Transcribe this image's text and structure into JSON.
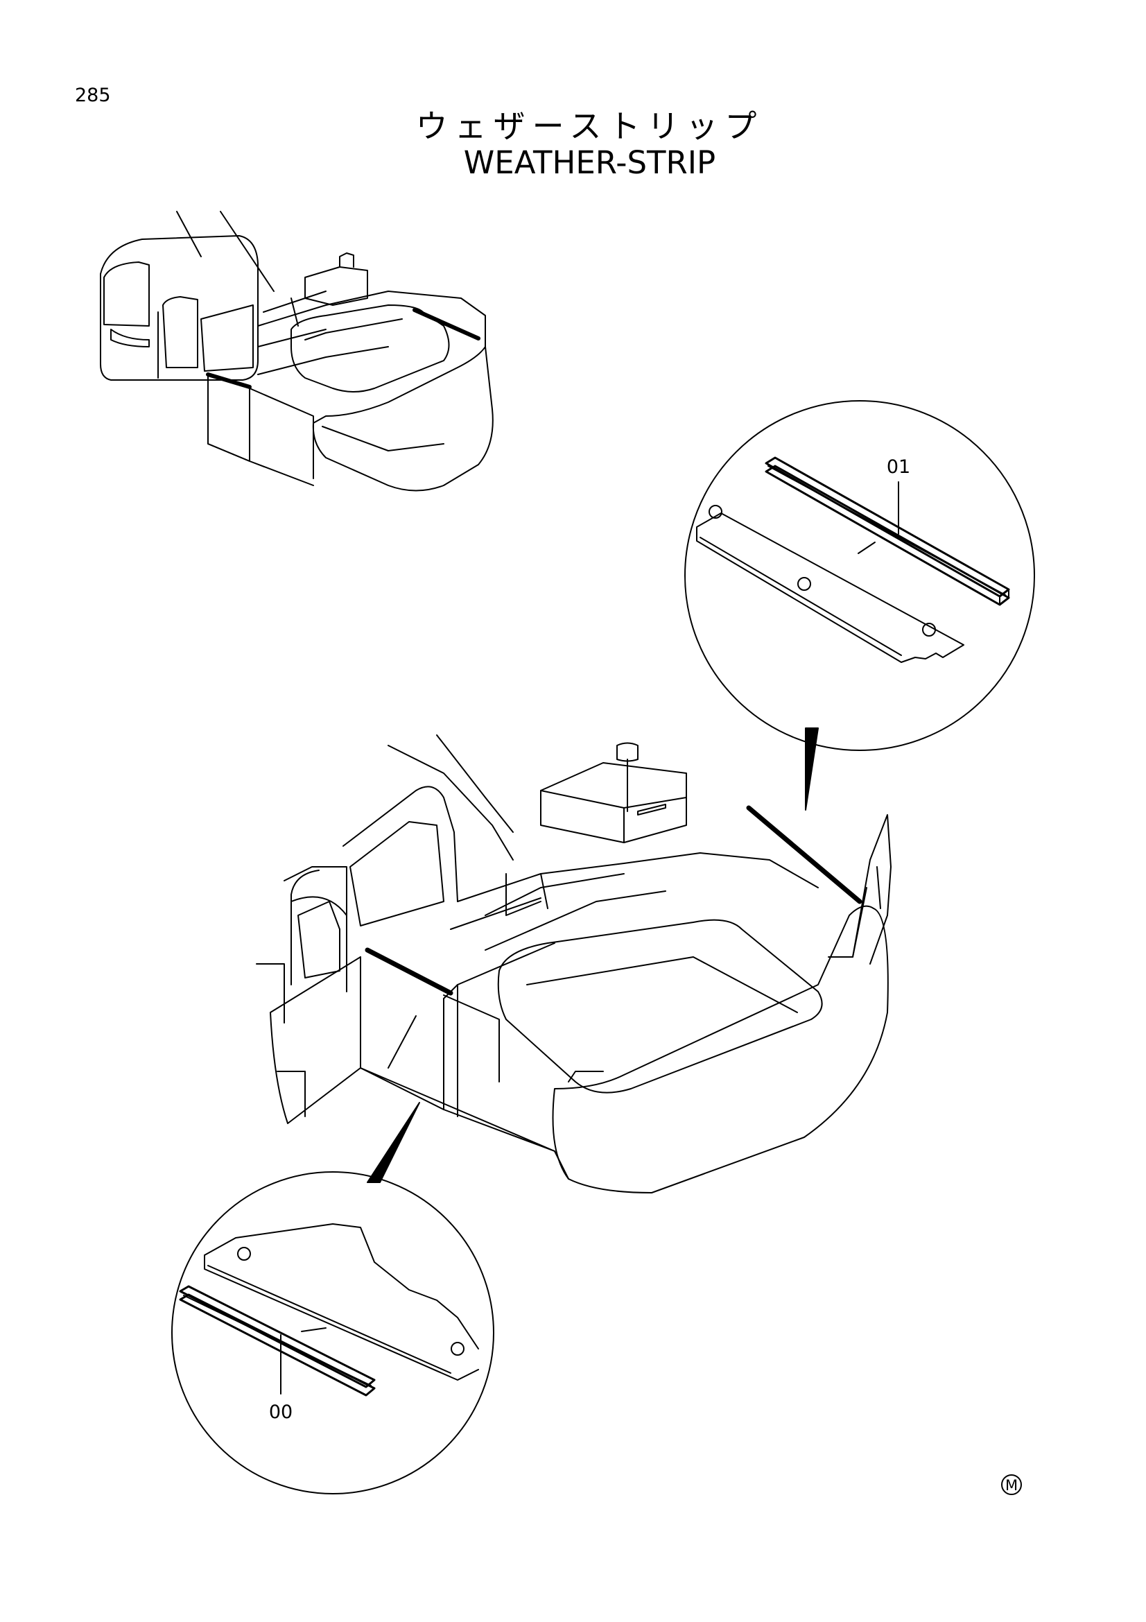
{
  "page_number": "285",
  "title_japanese": "ウェザーストリップ",
  "title_english": "WEATHER-STRIP",
  "callouts": {
    "upper_detail": "01",
    "lower_detail": "00"
  },
  "corner_mark": "M",
  "colors": {
    "line": "#000000",
    "background": "#ffffff"
  }
}
